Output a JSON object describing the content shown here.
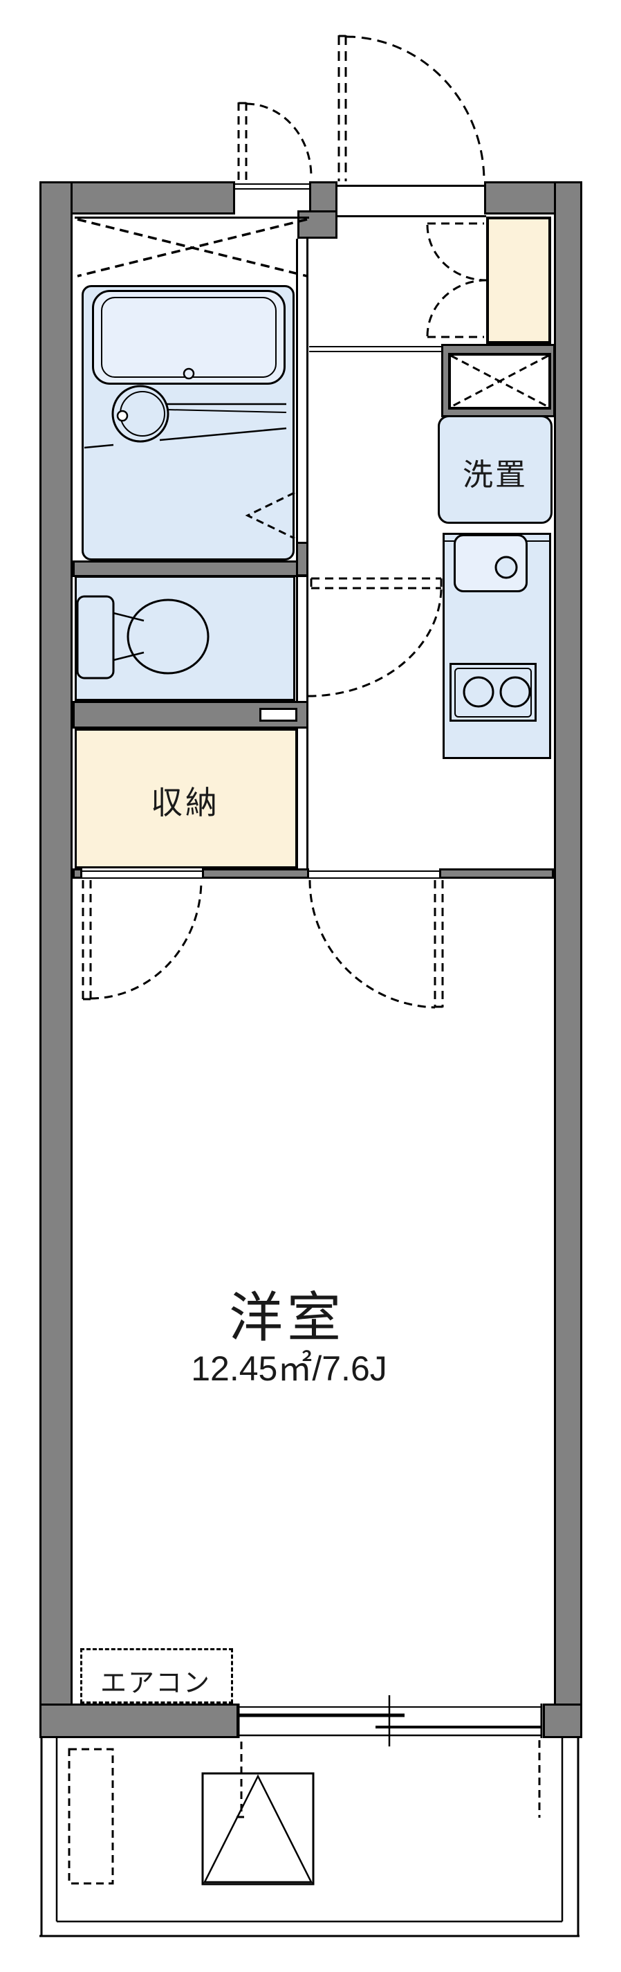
{
  "title": "1K apartment floor plan",
  "palette": {
    "wall_gray": "#828282",
    "line_black": "#000000",
    "fixture_blue": "#dce9f7",
    "fixture_blue_light": "#e8f0fb",
    "closet_cream": "#fcf2da",
    "background_white": "#ffffff"
  },
  "rooms": {
    "western_room": {
      "label": "洋室",
      "size": "12.45㎡/7.6J"
    },
    "storage": {
      "label": "収納"
    },
    "washer_place": {
      "label": "洗置"
    },
    "aircon": {
      "label": "エアコン"
    }
  }
}
